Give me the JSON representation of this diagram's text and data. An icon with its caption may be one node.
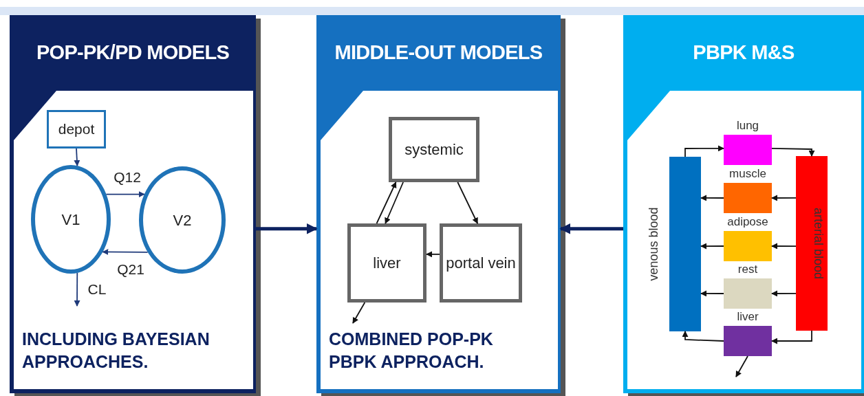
{
  "diagram": {
    "nodes": [
      {
        "text": [
          "POP-PK/PD MODELS",
          "INCLUDING BAYESIAN APPROACHES."
        ]
      },
      {
        "text": [
          "depot"
        ],
        "in": 0
      },
      {
        "text": [
          "V1"
        ],
        "in": 0
      },
      {
        "text": [
          "V2"
        ],
        "in": 0
      },
      {
        "text": [
          "MIDDLE-OUT MODELS",
          "COMBINED POP-PK PBPK APPROACH."
        ]
      },
      {
        "text": [
          "systemic"
        ],
        "in": 4
      },
      {
        "text": [
          "liver"
        ],
        "in": 4
      },
      {
        "text": [
          "portal vein"
        ],
        "in": 4
      },
      {
        "text": [
          "PBPK M&S"
        ]
      },
      {
        "text": [
          "venous blood"
        ],
        "in": 8
      },
      {
        "text": [
          "lung"
        ],
        "in": 8
      },
      {
        "text": [
          "muscle"
        ],
        "in": 8
      },
      {
        "text": [
          "adipose"
        ],
        "in": 8
      },
      {
        "text": [
          "rest"
        ],
        "in": 8
      },
      {
        "text": [
          "liver"
        ],
        "in": 8
      },
      {
        "text": [
          "arterial blood"
        ],
        "in": 8
      }
    ],
    "edges": [
      {
        "from": 1,
        "to": 2,
        "arrow": "to",
        "color": "#1f3a7a"
      },
      {
        "from": 2,
        "to": 3,
        "arrow": "to",
        "label": "Q12",
        "color": "#1f3a7a"
      },
      {
        "from": 3,
        "to": 2,
        "arrow": "to",
        "label": "Q21",
        "color": "#1f3a7a"
      },
      {
        "from": 2,
        "to": null,
        "arrow": "to",
        "label": "CL",
        "color": "#1f3a7a"
      },
      {
        "from": 0,
        "to": 4,
        "arrow": "to",
        "style": "thick",
        "color": "#0d2260"
      },
      {
        "from": 8,
        "to": 4,
        "arrow": "to",
        "style": "thick",
        "color": "#0d2260"
      },
      {
        "from": 6,
        "to": 5,
        "arrow": "to"
      },
      {
        "from": 5,
        "to": 6,
        "arrow": "to"
      },
      {
        "from": 5,
        "to": 7,
        "arrow": "to"
      },
      {
        "from": 7,
        "to": 6,
        "arrow": "to"
      },
      {
        "from": 6,
        "to": null,
        "arrow": "to"
      },
      {
        "from": 9,
        "to": 10,
        "arrow": "to"
      },
      {
        "from": 10,
        "to": 15,
        "arrow": "to"
      },
      {
        "from": 15,
        "to": 11,
        "arrow": "to"
      },
      {
        "from": 11,
        "to": 9,
        "arrow": "to"
      },
      {
        "from": 15,
        "to": 12,
        "arrow": "to"
      },
      {
        "from": 12,
        "to": 9,
        "arrow": "to"
      },
      {
        "from": 15,
        "to": 13,
        "arrow": "to"
      },
      {
        "from": 13,
        "to": 9,
        "arrow": "to"
      },
      {
        "from": 15,
        "to": 14,
        "arrow": "to"
      },
      {
        "from": 14,
        "to": 9,
        "arrow": "to"
      },
      {
        "from": 14,
        "to": null,
        "arrow": "to"
      }
    ]
  }
}
